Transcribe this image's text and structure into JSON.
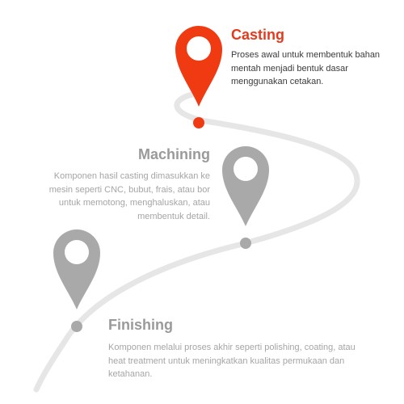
{
  "colors": {
    "accent": "#e63a1c",
    "inactive_pin": "#a9a9a9",
    "road": "#e6e6e6",
    "inactive_text": "#a5a5a5"
  },
  "steps": [
    {
      "title": "Casting",
      "description": "Proses awal untuk membentuk bahan mentah menjadi bentuk dasar menggunakan cetakan.",
      "state": "active",
      "icon": "map-pin-icon"
    },
    {
      "title": "Machining",
      "description": "Komponen hasil casting dimasukkan ke mesin seperti CNC, bubut, frais, atau bor untuk memotong, menghaluskan, atau membentuk detail.",
      "state": "inactive",
      "icon": "map-pin-icon"
    },
    {
      "title": "Finishing",
      "description": "Komponen melalui proses akhir seperti polishing, coating, atau heat treatment untuk meningkatkan kualitas permukaan dan ketahanan.",
      "state": "inactive",
      "icon": "map-pin-icon"
    }
  ]
}
